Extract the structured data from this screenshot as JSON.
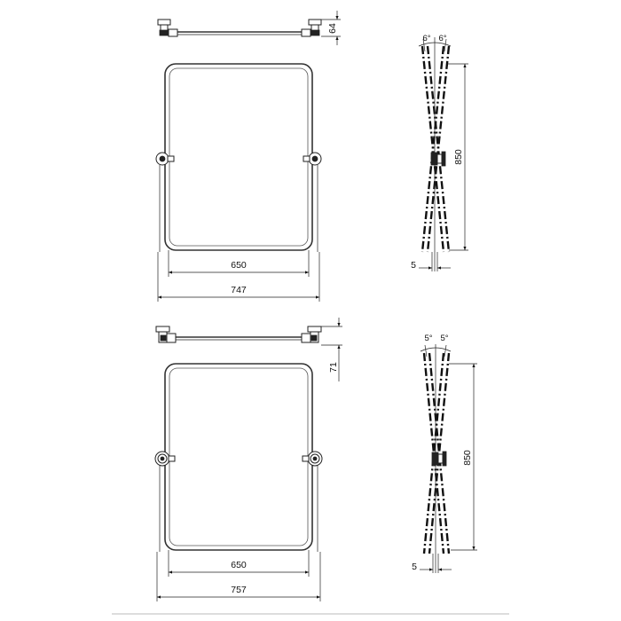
{
  "upper": {
    "width_inner": "650",
    "width_outer": "747",
    "depth": "64",
    "height": "850",
    "offset": "5",
    "angle_left": "6°",
    "angle_right": "6°"
  },
  "lower": {
    "width_inner": "650",
    "width_outer": "757",
    "depth": "71",
    "height": "850",
    "offset": "5",
    "angle_left": "5°",
    "angle_right": "5°"
  }
}
